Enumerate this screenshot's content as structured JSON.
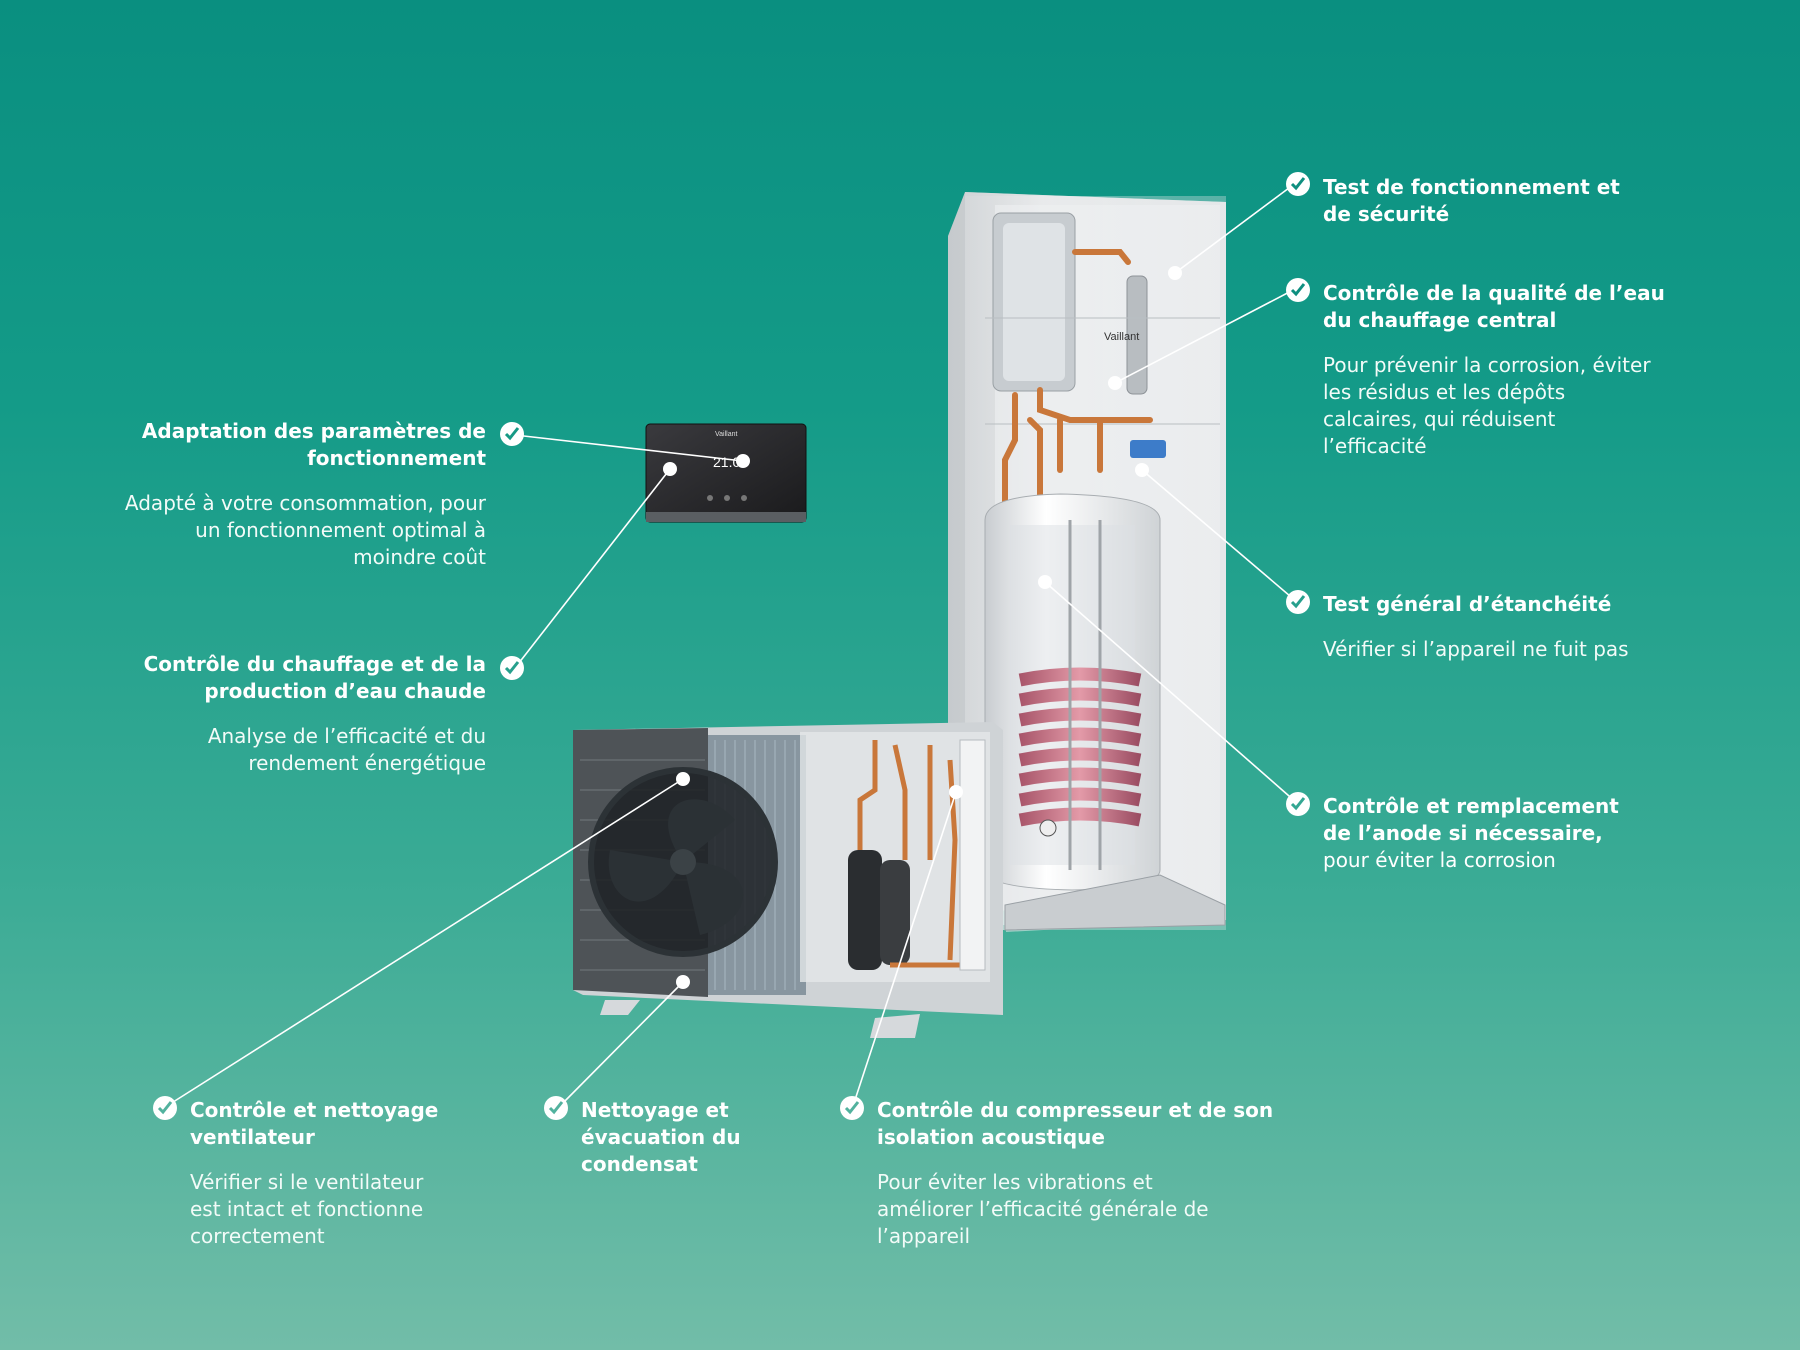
{
  "colors": {
    "background_top": "#0a8f80",
    "background_bottom": "#72bda8",
    "text": "#ffffff",
    "copper": "#c9773a"
  },
  "controller": {
    "brand": "Vaillant",
    "display_value": "21.0"
  },
  "tank_brand": "Vaillant",
  "annotations": [
    {
      "id": "test-fonctionnement",
      "title": "Test de fonctionnement et de sécurité",
      "title_rest": "",
      "description": ""
    },
    {
      "id": "qualite-eau",
      "title": "Contrôle de la qualité de l’eau du chauffage central",
      "title_rest": "",
      "description": "Pour prévenir la corrosion, éviter les résidus et les dépôts calcaires, qui réduisent l’efficacité"
    },
    {
      "id": "etancheite",
      "title": "Test général d’étanchéité",
      "title_rest": "",
      "description": "Vérifier si l’appareil ne fuit pas"
    },
    {
      "id": "anode",
      "title": "Contrôle et remplacement de l’anode si nécessaire,",
      "title_rest": " pour éviter la corrosion",
      "description": ""
    },
    {
      "id": "parametres",
      "title": "Adaptation des paramètres de fonctionnement",
      "title_rest": "",
      "description": "Adapté à votre consommation, pour un fonctionnement optimal à moindre coût"
    },
    {
      "id": "chauffage-eau-chaude",
      "title": "Contrôle du chauffage et de la production d’eau chaude",
      "title_rest": "",
      "description": "Analyse de l’efficacité et du rendement énergétique"
    },
    {
      "id": "ventilateur",
      "title": "Contrôle et nettoyage ventilateur",
      "title_rest": "",
      "description": "Vérifier si le ventilateur est intact et fonctionne correctement"
    },
    {
      "id": "condensat",
      "title": "Nettoyage et évacuation du condensat",
      "title_rest": "",
      "description": ""
    },
    {
      "id": "compresseur",
      "title": "Contrôle du compresseur et de son isolation acoustique",
      "title_rest": "",
      "description": "Pour éviter les vibrations et améliorer l’efficacité générale de l’appareil"
    }
  ]
}
